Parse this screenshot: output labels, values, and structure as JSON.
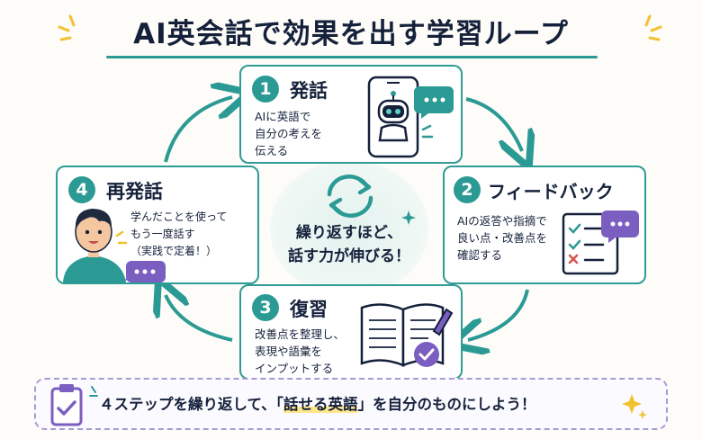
{
  "title": "AI英会話で効果を出す学習ループ",
  "center": {
    "line1": "繰り返すほど、",
    "line2": "話す力が伸びる！"
  },
  "steps": [
    {
      "num": "1",
      "title": "発話",
      "desc": [
        "AIに英語で",
        "自分の考えを",
        "伝える"
      ]
    },
    {
      "num": "2",
      "title": "フィードバック",
      "desc": [
        "AIの返答や指摘で",
        "良い点・改善点を",
        "確認する"
      ]
    },
    {
      "num": "3",
      "title": "復習",
      "desc": [
        "改善点を整理し、",
        "表現や語彙を",
        "インプットする"
      ]
    },
    {
      "num": "4",
      "title": "再発話",
      "desc": [
        "学んだことを使って",
        "もう一度話す",
        "（実践で定着！）"
      ]
    }
  ],
  "bottom": {
    "prefix": "４ステップを繰り返して、「",
    "highlight": "話せる英語",
    "suffix": "」を自分のものにしよう！"
  },
  "colors": {
    "teal": "#2c9a94",
    "purple": "#7b5fc0",
    "navy": "#15213b",
    "yellow": "#f2c12e"
  }
}
